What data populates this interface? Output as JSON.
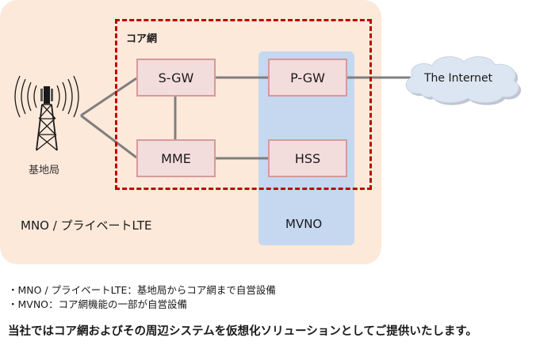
{
  "diagram": {
    "areas": {
      "mno_label": "MNO / プライベートLTE",
      "mvno_label": "MVNO",
      "core_label": "コア網"
    },
    "nodes": {
      "sgw": "S-GW",
      "pgw": "P-GW",
      "mme": "MME",
      "hss": "HSS"
    },
    "base_station": {
      "label": "基地局",
      "icon": "cell-tower-icon"
    },
    "internet": {
      "label": "The Internet",
      "icon": "cloud-icon"
    },
    "colors": {
      "mno_area": "#fde9da",
      "mvno_area": "#c5d8f0",
      "core_border": "#c00000",
      "node_fill": "#f3dcdc",
      "node_border": "#d69a9a",
      "link": "#7f7f7f",
      "cloud": "#dce6f2"
    }
  },
  "notes": [
    "・MNO / プライベートLTE：基地局からコア網まで自営設備",
    "・MVNO：コア網機能の一部が自営設備"
  ],
  "summary": "当社ではコア網およびその周辺システムを仮想化ソリューションとしてご提供いたします。"
}
